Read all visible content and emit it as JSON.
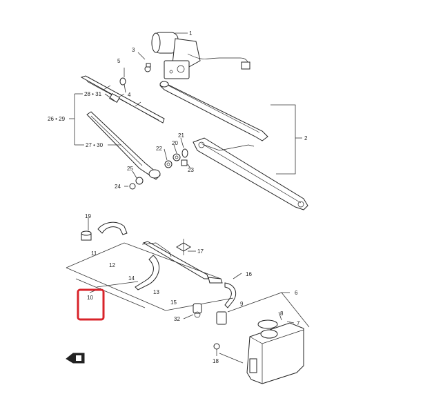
{
  "callouts": [
    {
      "id": "c1",
      "text": "1"
    },
    {
      "id": "c2",
      "text": "2"
    },
    {
      "id": "c3",
      "text": "3"
    },
    {
      "id": "c4",
      "text": "4"
    },
    {
      "id": "c5",
      "text": "5"
    },
    {
      "id": "c26",
      "text": "26 • 29"
    },
    {
      "id": "c28",
      "text": "28 • 31"
    },
    {
      "id": "c27",
      "text": "27 • 30"
    },
    {
      "id": "c20",
      "text": "20"
    },
    {
      "id": "c21",
      "text": "21"
    },
    {
      "id": "c22",
      "text": "22"
    },
    {
      "id": "c23",
      "text": "23"
    },
    {
      "id": "c24",
      "text": "24"
    },
    {
      "id": "c25",
      "text": "25"
    },
    {
      "id": "c19",
      "text": "19"
    },
    {
      "id": "c17",
      "text": "17"
    },
    {
      "id": "c11",
      "text": "11"
    },
    {
      "id": "c12",
      "text": "12"
    },
    {
      "id": "c14",
      "text": "14"
    },
    {
      "id": "c13",
      "text": "13"
    },
    {
      "id": "c10",
      "text": "10"
    },
    {
      "id": "c15",
      "text": "15"
    },
    {
      "id": "c16",
      "text": "16"
    },
    {
      "id": "c9",
      "text": "9"
    },
    {
      "id": "c6",
      "text": "6"
    },
    {
      "id": "c8",
      "text": "8"
    },
    {
      "id": "c7",
      "text": "7"
    },
    {
      "id": "c32",
      "text": "32"
    },
    {
      "id": "c18",
      "text": "18"
    }
  ],
  "highlight": {
    "color": "#d8232a",
    "target": "10"
  }
}
